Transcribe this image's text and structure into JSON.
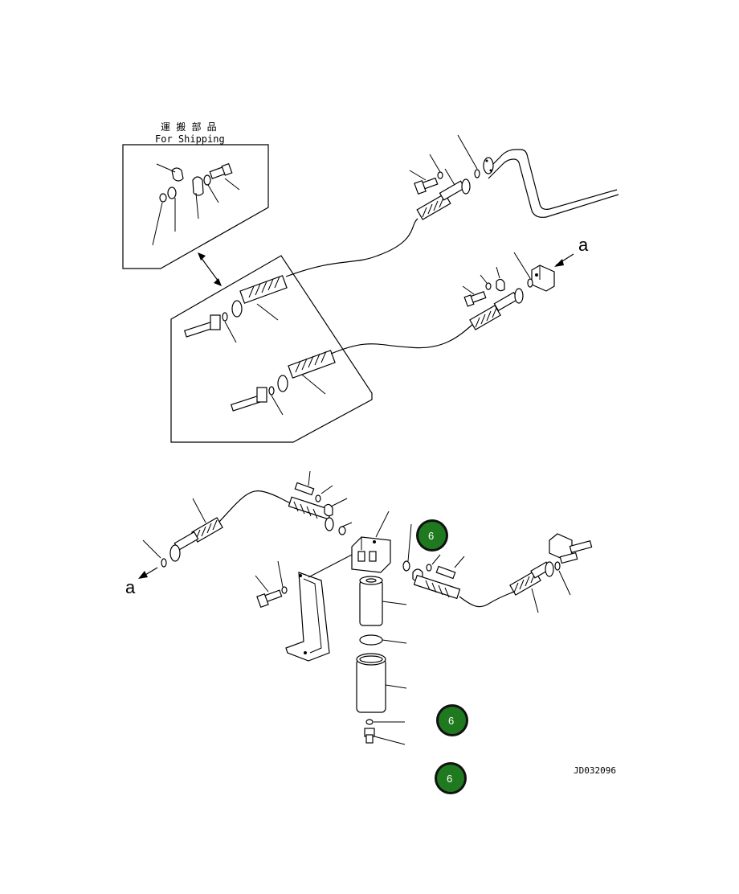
{
  "shipping_box": {
    "title_jp": "運 搬 部 品",
    "title_en": "For Shipping"
  },
  "view_labels": {
    "arrow_a_top": "a",
    "arrow_a_bottom": "a"
  },
  "drawing_number": "JD032096",
  "badges": [
    {
      "label": "6",
      "color": "#1f7a1f"
    },
    {
      "label": "6",
      "color": "#1f7a1f"
    },
    {
      "label": "6",
      "color": "#1f7a1f"
    }
  ],
  "colors": {
    "badge_fill": "#1f7a1f",
    "badge_ring": "#111111",
    "line": "#000000",
    "background": "#ffffff"
  }
}
